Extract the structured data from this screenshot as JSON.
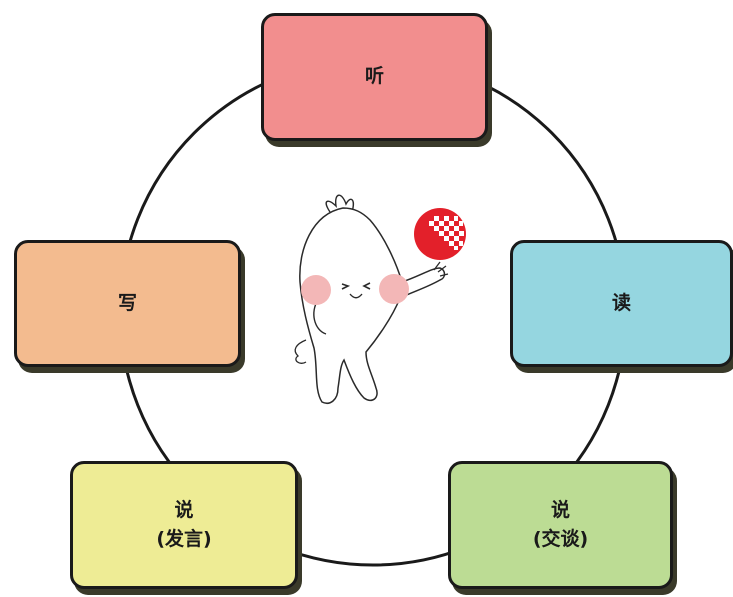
{
  "diagram": {
    "skills": [
      {
        "id": "listen",
        "lines": [
          "听"
        ],
        "color": "#f28e8e"
      },
      {
        "id": "read",
        "lines": [
          "读"
        ],
        "color": "#95d6e0"
      },
      {
        "id": "speak-talk",
        "lines": [
          "说",
          "(交谈)"
        ],
        "color": "#bcdc94"
      },
      {
        "id": "speak-present",
        "lines": [
          "说",
          "(发言)"
        ],
        "color": "#eeec95"
      },
      {
        "id": "write",
        "lines": [
          "写"
        ],
        "color": "#f3bb8f"
      }
    ],
    "center_graphic": {
      "mascot_icon": "waving-mascot-icon",
      "logo_icon": "red-checkered-ball-logo-icon",
      "logo_color": "#e3202a",
      "cheek_color": "#f3b7b7"
    }
  }
}
